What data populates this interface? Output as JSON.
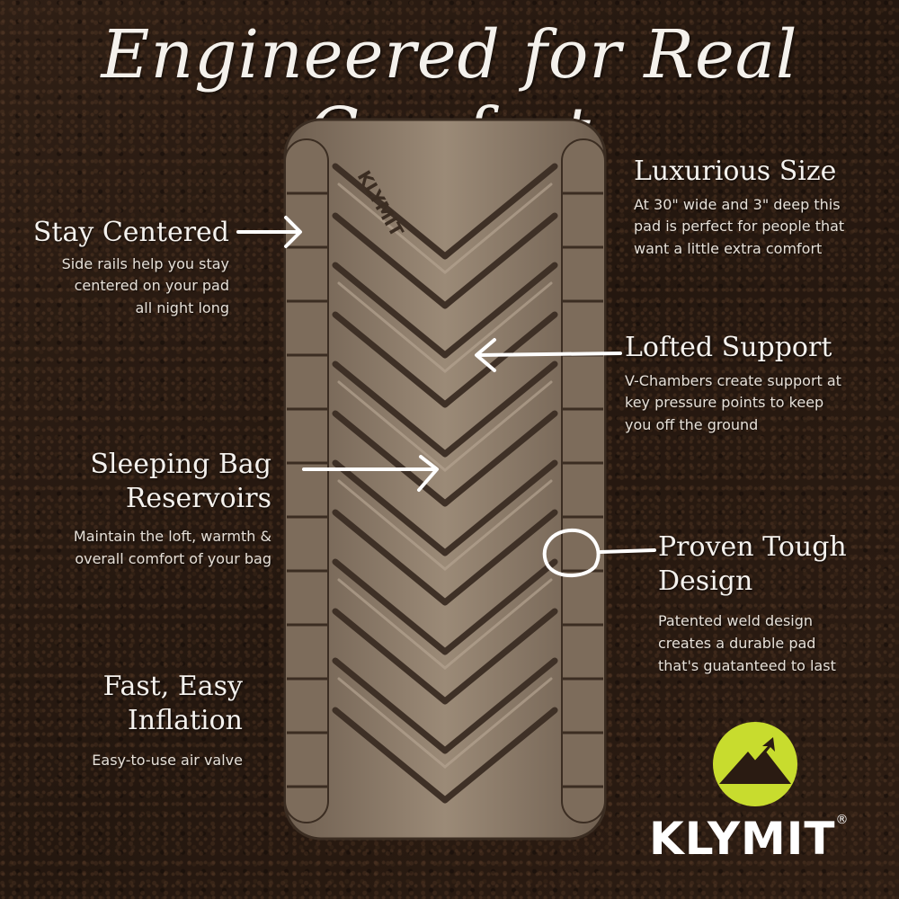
{
  "headline": "Engineered for Real Comfort",
  "features": {
    "stay_centered": {
      "title": "Stay Centered",
      "desc": [
        "Side rails help you stay",
        "centered on your pad",
        "all night long"
      ]
    },
    "sleeping_bag": {
      "title": [
        "Sleeping Bag",
        "Reservoirs"
      ],
      "desc": [
        "Maintain the loft, warmth &",
        "overall comfort of your bag"
      ]
    },
    "fast_inflation": {
      "title": [
        "Fast, Easy",
        "Inflation"
      ],
      "desc": [
        "Easy-to-use air valve"
      ]
    },
    "luxurious_size": {
      "title": "Luxurious Size",
      "desc": [
        "At 30\" wide and 3\" deep this",
        "pad is perfect for people that",
        "want a little extra comfort"
      ]
    },
    "lofted_support": {
      "title": "Lofted Support",
      "desc": [
        "V-Chambers create support at",
        "key pressure points to keep",
        "you off the ground"
      ]
    },
    "proven_tough": {
      "title": [
        "Proven Tough",
        "Design"
      ],
      "desc": [
        "Patented weld design",
        "creates a durable pad",
        "that's guatanteed to last"
      ]
    }
  },
  "mat_brand_text": "KLYMIT",
  "logo": {
    "wordmark": "KLYMIT",
    "trademark": "®",
    "icon": "mountain-arrow-icon",
    "accent_color": "#c8dc2e"
  },
  "colors": {
    "background": "#2a1b12",
    "mat": "#8a7866",
    "text": "#f5f2ee"
  }
}
